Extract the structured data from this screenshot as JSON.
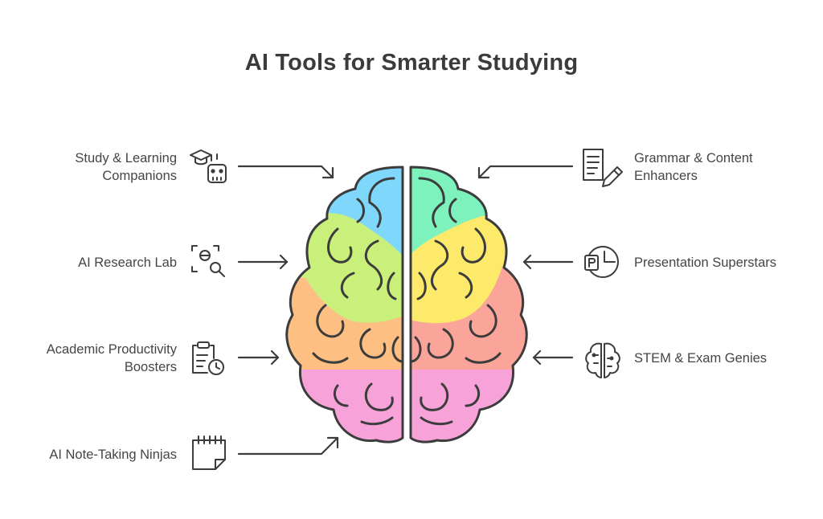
{
  "title": "AI Tools for Smarter Studying",
  "left_items": [
    {
      "lines": [
        "Study & Learning",
        "Companions"
      ],
      "icon": "graduation-robot-icon"
    },
    {
      "lines": [
        "AI Research Lab"
      ],
      "icon": "research-search-icon"
    },
    {
      "lines": [
        "Academic Productivity",
        "Boosters"
      ],
      "icon": "clipboard-clock-icon"
    },
    {
      "lines": [
        "AI Note-Taking Ninjas"
      ],
      "icon": "notepad-icon"
    }
  ],
  "right_items": [
    {
      "lines": [
        "Grammar & Content",
        "Enhancers"
      ],
      "icon": "document-pencil-icon"
    },
    {
      "lines": [
        "Presentation Superstars"
      ],
      "icon": "presentation-icon"
    },
    {
      "lines": [
        "STEM & Exam Genies"
      ],
      "icon": "brain-circuit-icon"
    }
  ],
  "colors": {
    "blue": "#7fd8fb",
    "lime": "#c8f07a",
    "orange": "#fdbf82",
    "pink": "#f7a2d8",
    "mint": "#7ef2bd",
    "yellow": "#fdea6b",
    "salmon": "#fba59a",
    "outline": "#3c3c3c"
  }
}
